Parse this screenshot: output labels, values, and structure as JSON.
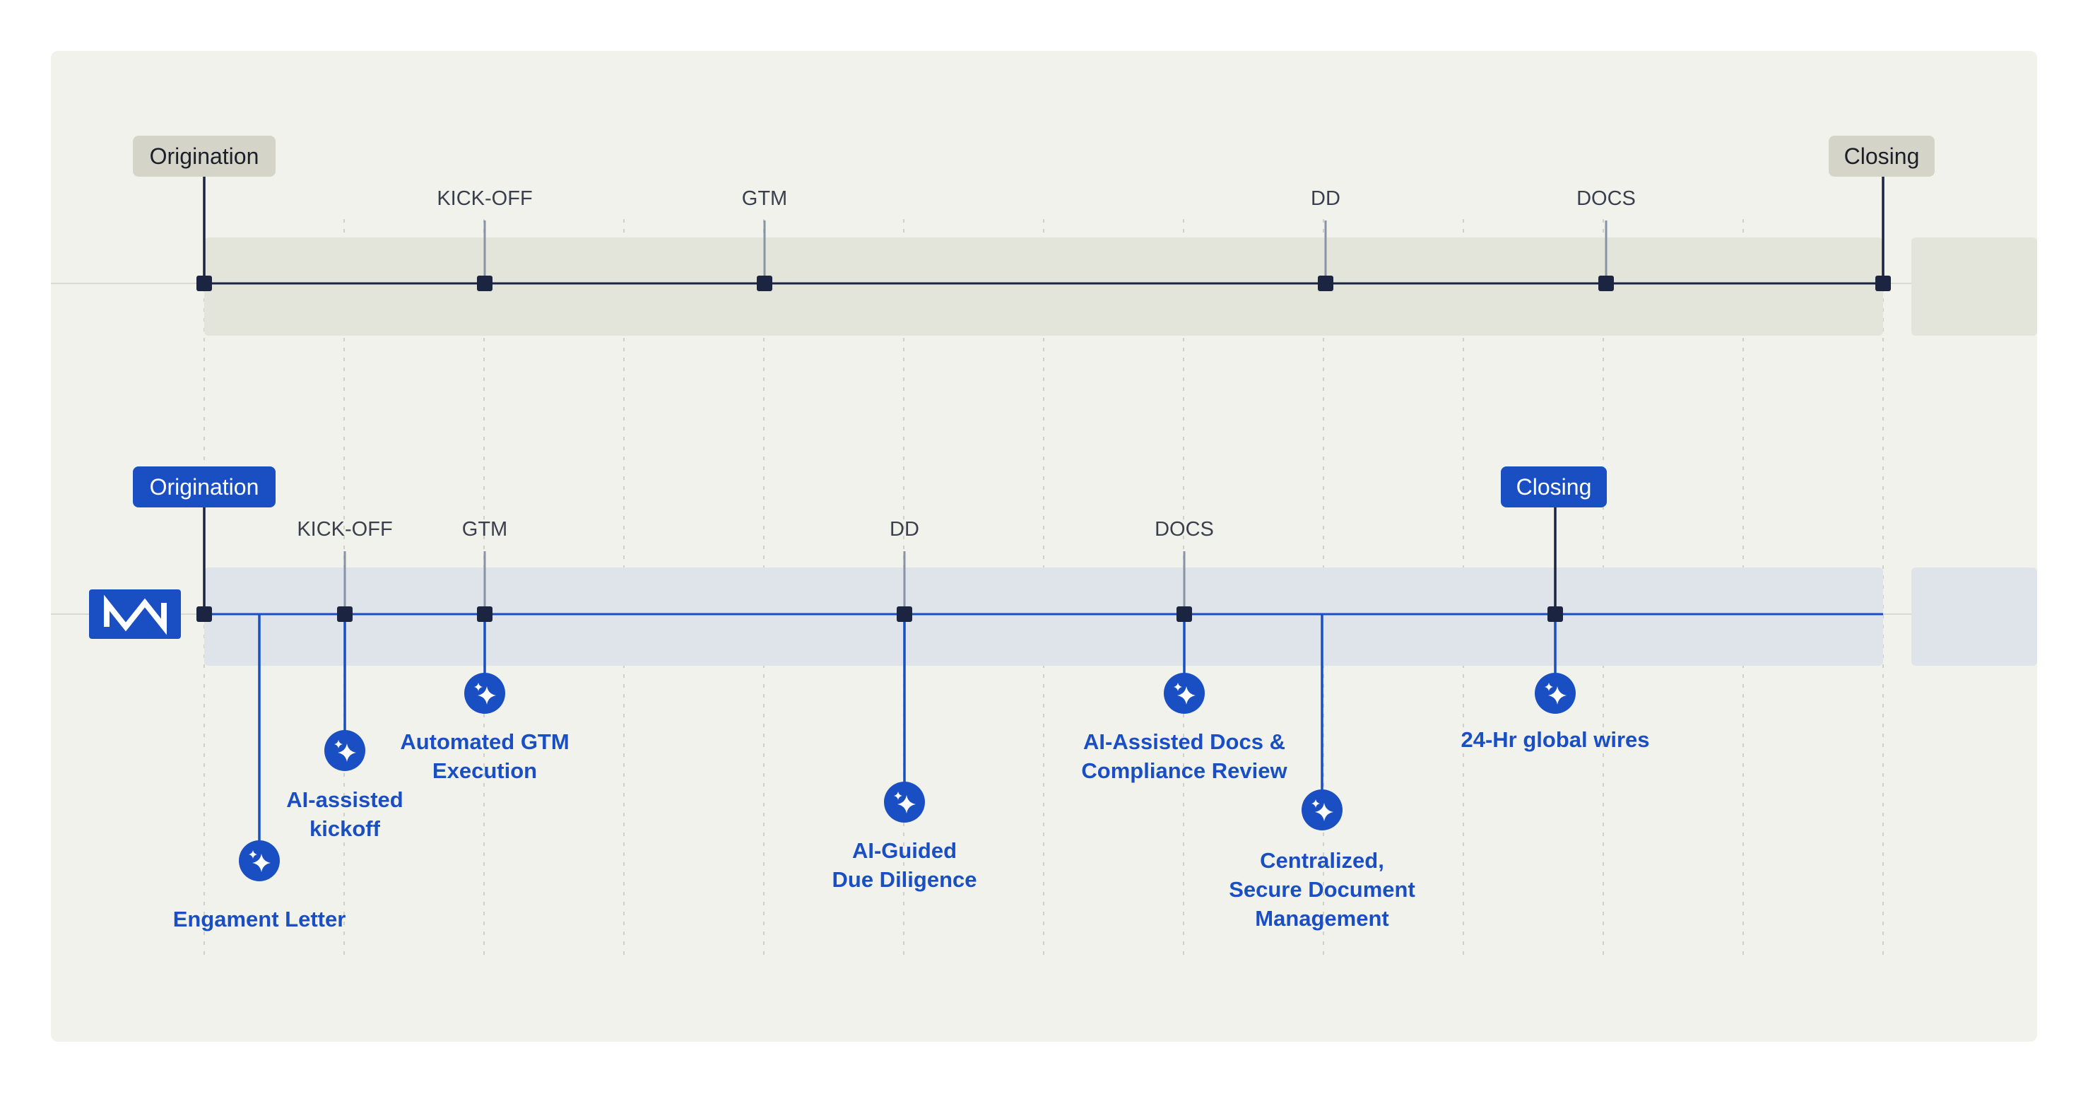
{
  "colors": {
    "page_bg": "#ffffff",
    "panel_bg": "#f2f2ed",
    "old_band": "#e4e5da",
    "new_band": "#dfe3ea",
    "navy": "#1b2440",
    "blue": "#1a4fc4",
    "old_pill": "#d4d5c8",
    "stem_grey": "#8a93a6",
    "grid": "#cfd0c7",
    "label_text": "#3a3f4b"
  },
  "traditional": {
    "start_label": "Origination",
    "end_label": "Closing",
    "milestones": [
      "KICK-OFF",
      "GTM",
      "DD",
      "DOCS"
    ]
  },
  "accelerated": {
    "logo_icon": "brand-logo-icon",
    "start_label": "Origination",
    "end_label": "Closing",
    "milestones": [
      "KICK-OFF",
      "GTM",
      "DD",
      "DOCS"
    ],
    "features": [
      {
        "icon": "sparkle-icon",
        "lines": [
          "Engament Letter"
        ]
      },
      {
        "icon": "sparkle-icon",
        "lines": [
          "AI-assisted",
          "kickoff"
        ]
      },
      {
        "icon": "sparkle-icon",
        "lines": [
          "Automated GTM",
          "Execution"
        ]
      },
      {
        "icon": "sparkle-icon",
        "lines": [
          "AI-Guided",
          "Due Diligence"
        ]
      },
      {
        "icon": "sparkle-icon",
        "lines": [
          "AI-Assisted Docs &",
          "Compliance Review"
        ]
      },
      {
        "icon": "sparkle-icon",
        "lines": [
          "Centralized,",
          "Secure Document",
          "Management"
        ]
      },
      {
        "icon": "sparkle-icon",
        "lines": [
          "24-Hr global wires"
        ]
      }
    ]
  }
}
